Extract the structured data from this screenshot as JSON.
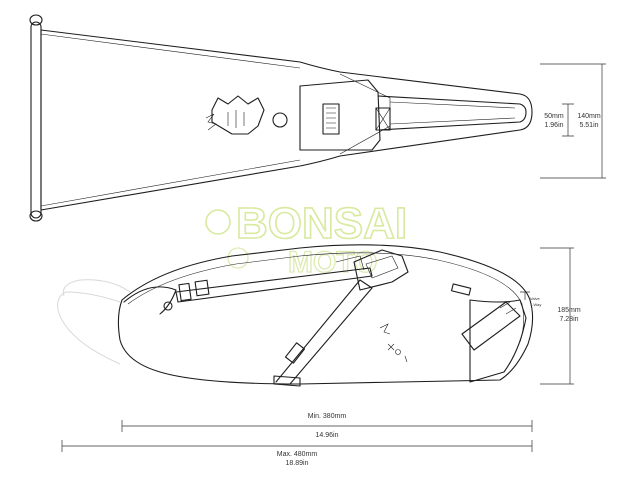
{
  "dimensions": {
    "strap_width": {
      "mm": "50mm",
      "in": "1.96in"
    },
    "top_width": {
      "mm": "140mm",
      "in": "5.51in"
    },
    "height": {
      "mm": "185mm",
      "in": "7.28in"
    },
    "min_length": {
      "mm": "Min. 380mm",
      "in": "14.96in"
    },
    "max_length": {
      "mm": "Max. 480mm",
      "in": "18.89in"
    },
    "valve_label": {
      "line1": "Valve",
      "line2": "1-Way"
    }
  },
  "watermark": {
    "text": "BONSAI",
    "sub": "MOTO"
  },
  "brand_mark": {
    "top_panel": "",
    "side_panel": ""
  },
  "colors": {
    "line": "#1e1e1e",
    "ghost": "#d9d9d9",
    "watermark": "#d8e9a0",
    "text": "#333333"
  }
}
